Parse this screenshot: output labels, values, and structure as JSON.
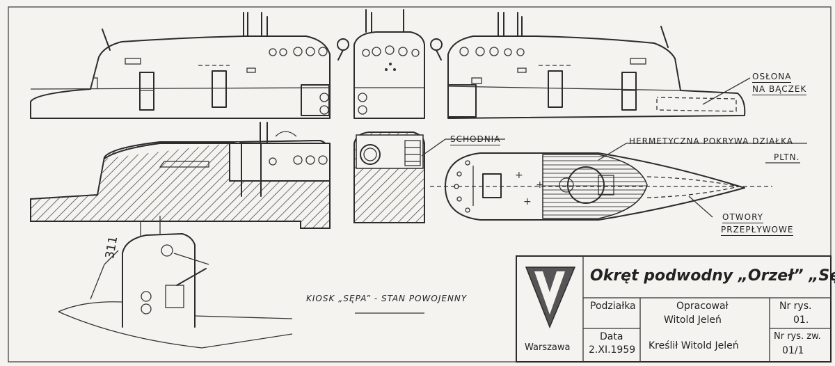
{
  "labels": {
    "oslona_line1": "OSŁONA",
    "oslona_line2": "NA BĄCZEK",
    "schodnia": "SCHODNIA",
    "hermetyczna": "HERMETYCZNA POKRYWA DZIAŁKA",
    "pltn": "PLTN.",
    "otwory_line1": "OTWORY",
    "otwory_line2": "PRZEPŁYWOWE",
    "kiosk_caption": "KIOSK „SĘPA” - STAN POWOJENNY",
    "hull_number": "311"
  },
  "title_block": {
    "title": "Okręt podwodny „Orzeł” „Sęp”",
    "city": "Warszawa",
    "scale_label": "Podziałka",
    "date_label": "Data",
    "date_value": "2.XI.1959",
    "prepared_label": "Opracował",
    "prepared_name": "Witold Jeleń",
    "drawn_text": "Kreślił  Witold Jeleń",
    "drawing_no_label": "Nr rys.",
    "drawing_no_value": "01.",
    "sheet_no_label": "Nr rys. zw.",
    "sheet_no_value": "01/1"
  },
  "colors": {
    "paper": "#f4f3f0",
    "ink": "#2b2b2b"
  }
}
